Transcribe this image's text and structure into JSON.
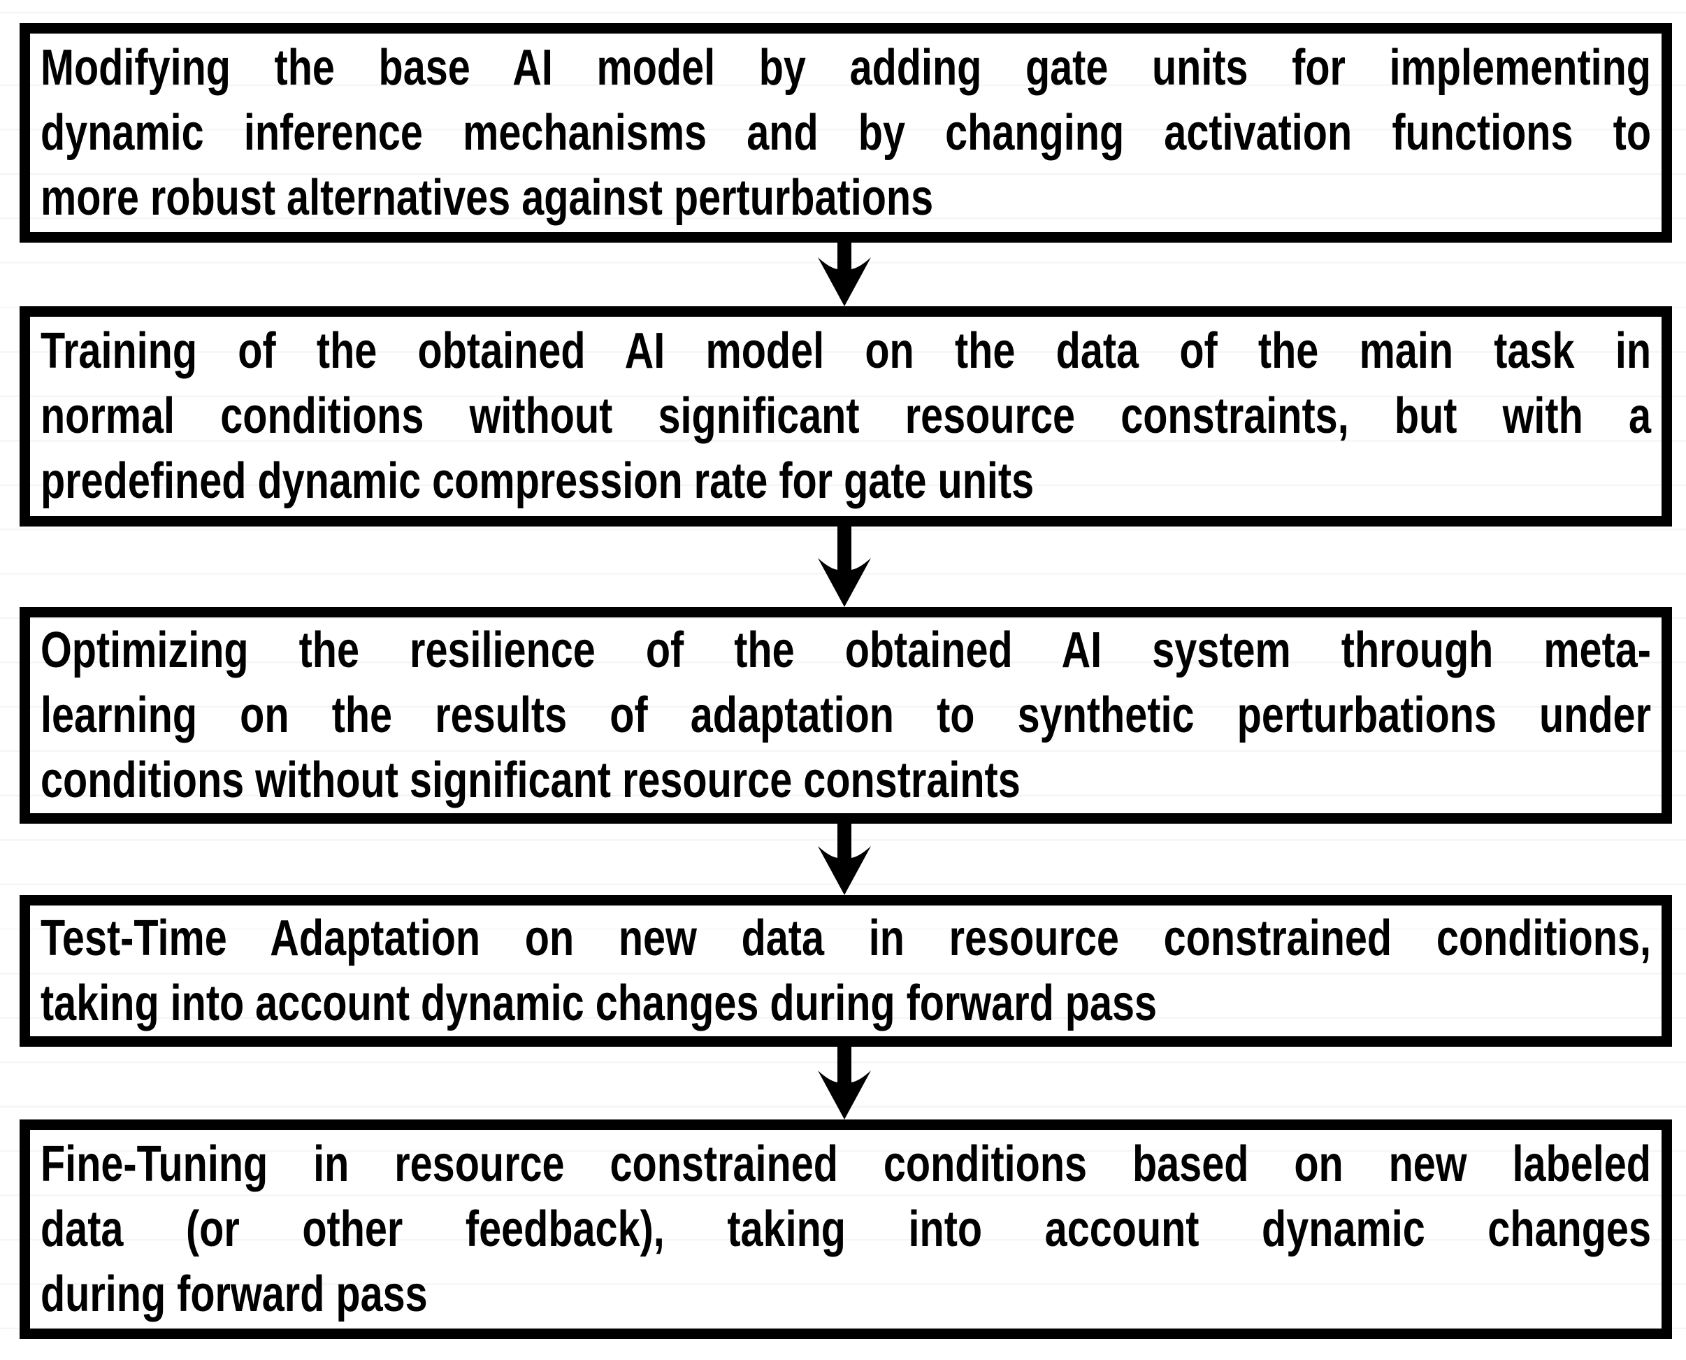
{
  "figure": {
    "type": "flowchart",
    "background_color": "#ffffff",
    "box_border_color": "#000000",
    "text_color": "#000000",
    "arrow_color": "#000000"
  },
  "boxes": [
    {
      "lines": [
        "Modifying the base AI model by adding gate units for implementing",
        "dynamic inference mechanisms and by changing activation functions to",
        "more robust alternatives against perturbations"
      ]
    },
    {
      "lines": [
        "Training of the obtained AI model on the data of the main task in",
        "normal conditions without significant resource constraints, but with a",
        "predefined dynamic compression rate for gate units"
      ]
    },
    {
      "lines": [
        "Optimizing the resilience of the obtained AI system through meta-",
        "learning on the results of adaptation to synthetic perturbations under",
        "conditions without significant resource constraints"
      ]
    },
    {
      "lines": [
        "Test-Time Adaptation on new data in resource constrained conditions,",
        "taking into account dynamic changes during forward pass"
      ]
    },
    {
      "lines": [
        "Fine-Tuning in resource constrained conditions based on new labeled",
        "data (or other feedback), taking into account dynamic changes",
        "during forward pass"
      ]
    }
  ],
  "arrows": [
    {
      "direction": "down"
    },
    {
      "direction": "down"
    },
    {
      "direction": "down"
    },
    {
      "direction": "down"
    }
  ]
}
